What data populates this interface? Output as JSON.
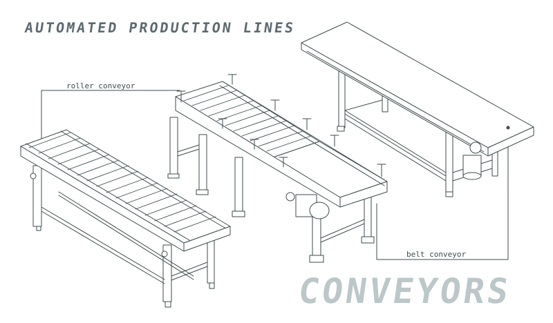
{
  "title": "AUTOMATED PRODUCTION LINES",
  "big_title": "CONVEYORS",
  "labels": {
    "roller": "roller conveyor",
    "belt": "belt conveyor"
  },
  "colors": {
    "line": "#3e4a4d",
    "title": "#5c6a6e",
    "big_title": "#bcc7c9",
    "fill": "#ffffff"
  }
}
